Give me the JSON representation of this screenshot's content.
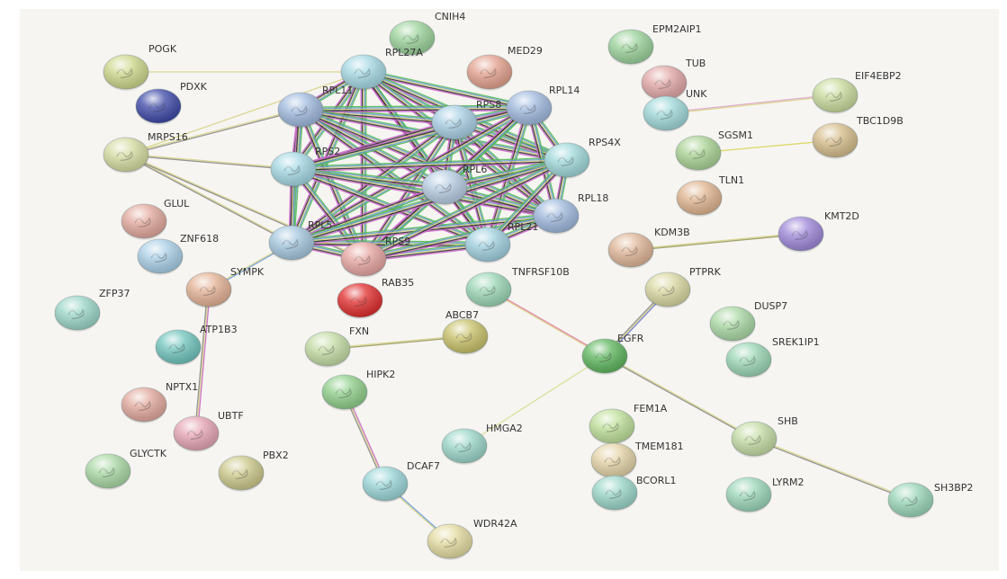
{
  "network": {
    "nodes": [
      {
        "id": "CNIH4",
        "label": "CNIH4",
        "color": "#9ad29a"
      },
      {
        "id": "POGK",
        "label": "POGK",
        "color": "#cdd78a"
      },
      {
        "id": "PDXK",
        "label": "PDXK",
        "color": "#3c47a6"
      },
      {
        "id": "RPL27A",
        "label": "RPL27A",
        "color": "#a4d8e4"
      },
      {
        "id": "RPL11",
        "label": "RPL11",
        "color": "#9fb9de"
      },
      {
        "id": "MED29",
        "label": "MED29",
        "color": "#e3a08d"
      },
      {
        "id": "EPM2AIP1",
        "label": "EPM2AIP1",
        "color": "#9ad29a"
      },
      {
        "id": "TUB",
        "label": "TUB",
        "color": "#e2a6a6"
      },
      {
        "id": "UNK",
        "label": "UNK",
        "color": "#9fd8da"
      },
      {
        "id": "EIF4EBP2",
        "label": "EIF4EBP2",
        "color": "#c9dc9c"
      },
      {
        "id": "RPS8",
        "label": "RPS8",
        "color": "#a8cfe4"
      },
      {
        "id": "RPL14",
        "label": "RPL14",
        "color": "#9fb9de"
      },
      {
        "id": "MRPS16",
        "label": "MRPS16",
        "color": "#d6dca0"
      },
      {
        "id": "RPS2",
        "label": "RPS2",
        "color": "#a4d8e4"
      },
      {
        "id": "RPS4X",
        "label": "RPS4X",
        "color": "#9fd8da"
      },
      {
        "id": "SGSM1",
        "label": "SGSM1",
        "color": "#a9d394"
      },
      {
        "id": "TBC1D9B",
        "label": "TBC1D9B",
        "color": "#d6bd8a"
      },
      {
        "id": "RPL6",
        "label": "RPL6",
        "color": "#b6cce2"
      },
      {
        "id": "RPL18",
        "label": "RPL18",
        "color": "#9fb9de"
      },
      {
        "id": "TLN1",
        "label": "TLN1",
        "color": "#e0b48f"
      },
      {
        "id": "GLUL",
        "label": "GLUL",
        "color": "#e2a89c"
      },
      {
        "id": "ZNF618",
        "label": "ZNF618",
        "color": "#a9cfe7"
      },
      {
        "id": "RPL5",
        "label": "RPL5",
        "color": "#a4c7de"
      },
      {
        "id": "RPS9",
        "label": "RPS9",
        "color": "#e6a4a0"
      },
      {
        "id": "RPL21",
        "label": "RPL21",
        "color": "#9fd0df"
      },
      {
        "id": "KDM3B",
        "label": "KDM3B",
        "color": "#dfb596"
      },
      {
        "id": "KMT2D",
        "label": "KMT2D",
        "color": "#9d86d9"
      },
      {
        "id": "SYMPK",
        "label": "SYMPK",
        "color": "#e4b194"
      },
      {
        "id": "RAB35",
        "label": "RAB35",
        "color": "#e02b2b"
      },
      {
        "id": "TNFRSF10B",
        "label": "TNFRSF10B",
        "color": "#9ad6b4"
      },
      {
        "id": "PTPRK",
        "label": "PTPRK",
        "color": "#d9d7a0"
      },
      {
        "id": "ZFP37",
        "label": "ZFP37",
        "color": "#9ad6c8"
      },
      {
        "id": "DUSP7",
        "label": "DUSP7",
        "color": "#a9d8a4"
      },
      {
        "id": "ATP1B3",
        "label": "ATP1B3",
        "color": "#6fc4bd"
      },
      {
        "id": "FXN",
        "label": "FXN",
        "color": "#c4dca4"
      },
      {
        "id": "ABCB7",
        "label": "ABCB7",
        "color": "#c8c168"
      },
      {
        "id": "EGFR",
        "label": "EGFR",
        "color": "#5cb55c"
      },
      {
        "id": "SREK1IP1",
        "label": "SREK1IP1",
        "color": "#9ad6b4"
      },
      {
        "id": "NPTX1",
        "label": "NPTX1",
        "color": "#e2a89c"
      },
      {
        "id": "HIPK2",
        "label": "HIPK2",
        "color": "#8fcf8a"
      },
      {
        "id": "UBTF",
        "label": "UBTF",
        "color": "#e6a4b4"
      },
      {
        "id": "FEM1A",
        "label": "FEM1A",
        "color": "#bfe09a"
      },
      {
        "id": "HMGA2",
        "label": "HMGA2",
        "color": "#9ad6c8"
      },
      {
        "id": "TMEM181",
        "label": "TMEM181",
        "color": "#e4d3a6"
      },
      {
        "id": "SHB",
        "label": "SHB",
        "color": "#c4dca4"
      },
      {
        "id": "GLYCTK",
        "label": "GLYCTK",
        "color": "#a9d8a4"
      },
      {
        "id": "PBX2",
        "label": "PBX2",
        "color": "#ccc88a"
      },
      {
        "id": "DCAF7",
        "label": "DCAF7",
        "color": "#9ad6d8"
      },
      {
        "id": "BCORL1",
        "label": "BCORL1",
        "color": "#9ad6c8"
      },
      {
        "id": "LYRM2",
        "label": "LYRM2",
        "color": "#9ad6b8"
      },
      {
        "id": "SH3BP2",
        "label": "SH3BP2",
        "color": "#9ad6b8"
      },
      {
        "id": "WDR42A",
        "label": "WDR42A",
        "color": "#e4dba0"
      }
    ],
    "edges": [
      {
        "source": "UNK",
        "target": "EIF4EBP2",
        "colors": [
          "#e0a8c8",
          "#d8d488"
        ]
      },
      {
        "source": "SGSM1",
        "target": "TBC1D9B",
        "colors": [
          "#d8d450"
        ]
      },
      {
        "source": "KDM3B",
        "target": "KMT2D",
        "colors": [
          "#d8d488",
          "#9a9a60"
        ]
      },
      {
        "source": "FXN",
        "target": "ABCB7",
        "colors": [
          "#d8d488",
          "#9a9a60"
        ]
      },
      {
        "source": "SYMPK",
        "target": "UBTF",
        "colors": [
          "#cc66cc",
          "#d8d488",
          "#8a8a8a"
        ]
      },
      {
        "source": "HIPK2",
        "target": "DCAF7",
        "colors": [
          "#cc66cc",
          "#d8d488",
          "#8a8a8a"
        ]
      },
      {
        "source": "DCAF7",
        "target": "WDR42A",
        "colors": [
          "#6a9ad6",
          "#d8d488"
        ]
      },
      {
        "source": "TNFRSF10B",
        "target": "EGFR",
        "colors": [
          "#e07aa0",
          "#d8d488"
        ]
      },
      {
        "source": "PTPRK",
        "target": "EGFR",
        "colors": [
          "#6a7ad6",
          "#d8d488",
          "#8a8a8a"
        ]
      },
      {
        "source": "EGFR",
        "target": "HMGA2",
        "colors": [
          "#d8e090"
        ]
      },
      {
        "source": "EGFR",
        "target": "SHB",
        "colors": [
          "#d8d488",
          "#8a8a8a"
        ]
      },
      {
        "source": "SHB",
        "target": "SH3BP2",
        "colors": [
          "#d8d488",
          "#8a8a8a"
        ]
      },
      {
        "source": "MRPS16",
        "target": "RPL11",
        "colors": [
          "#d8d488",
          "#8a8a8a"
        ]
      },
      {
        "source": "MRPS16",
        "target": "RPS2",
        "colors": [
          "#d8d488",
          "#8a8a8a"
        ]
      },
      {
        "source": "MRPS16",
        "target": "RPL5",
        "colors": [
          "#d8d488",
          "#8a8a8a"
        ]
      },
      {
        "source": "MRPS16",
        "target": "RPL27A",
        "colors": [
          "#d8d488"
        ]
      },
      {
        "source": "MRPS16",
        "target": "RPS9",
        "colors": [
          "#d8d488",
          "#8a8a8a"
        ]
      },
      {
        "source": "POGK",
        "target": "RPL27A",
        "colors": [
          "#d8d488"
        ]
      },
      {
        "source": "RPL27A",
        "target": "RPL11",
        "colors": [
          "#55bb55",
          "#6a9ad6",
          "#d8d488",
          "#333333",
          "#cc66cc"
        ]
      },
      {
        "source": "RPL27A",
        "target": "RPS8",
        "colors": [
          "#55bb55",
          "#6a9ad6",
          "#d8d488",
          "#333333",
          "#cc66cc"
        ]
      },
      {
        "source": "RPL27A",
        "target": "RPL14",
        "colors": [
          "#55bb55",
          "#6a9ad6",
          "#d8d488",
          "#333333",
          "#cc66cc"
        ]
      },
      {
        "source": "RPL27A",
        "target": "RPS2",
        "colors": [
          "#55bb55",
          "#6a9ad6",
          "#d8d488",
          "#333333",
          "#cc66cc"
        ]
      },
      {
        "source": "RPL27A",
        "target": "RPL6",
        "colors": [
          "#55bb55",
          "#6a9ad6",
          "#d8d488",
          "#333333",
          "#cc66cc"
        ]
      },
      {
        "source": "RPL27A",
        "target": "RPL5",
        "colors": [
          "#55bb55",
          "#6a9ad6",
          "#d8d488",
          "#333333",
          "#cc66cc"
        ]
      },
      {
        "source": "RPL27A",
        "target": "RPS9",
        "colors": [
          "#55bb55",
          "#6a9ad6",
          "#d8d488",
          "#333333",
          "#cc66cc"
        ]
      },
      {
        "source": "RPL27A",
        "target": "RPL21",
        "colors": [
          "#55bb55",
          "#6a9ad6",
          "#d8d488",
          "#333333",
          "#cc66cc"
        ]
      },
      {
        "source": "RPL27A",
        "target": "RPS4X",
        "colors": [
          "#55bb55",
          "#6a9ad6",
          "#d8d488",
          "#333333",
          "#cc66cc"
        ]
      },
      {
        "source": "RPL27A",
        "target": "RPL18",
        "colors": [
          "#55bb55",
          "#6a9ad6",
          "#d8d488",
          "#333333",
          "#cc66cc"
        ]
      },
      {
        "source": "RPL11",
        "target": "RPS8",
        "colors": [
          "#55bb55",
          "#6a9ad6",
          "#d8d488",
          "#333333",
          "#cc66cc"
        ]
      },
      {
        "source": "RPL11",
        "target": "RPL14",
        "colors": [
          "#55bb55",
          "#6a9ad6",
          "#d8d488",
          "#333333",
          "#cc66cc"
        ]
      },
      {
        "source": "RPL11",
        "target": "RPS2",
        "colors": [
          "#55bb55",
          "#6a9ad6",
          "#d8d488",
          "#333333",
          "#cc66cc"
        ]
      },
      {
        "source": "RPL11",
        "target": "RPL6",
        "colors": [
          "#55bb55",
          "#6a9ad6",
          "#d8d488",
          "#333333",
          "#cc66cc"
        ]
      },
      {
        "source": "RPL11",
        "target": "RPL5",
        "colors": [
          "#55bb55",
          "#6a9ad6",
          "#d8d488",
          "#333333",
          "#cc66cc"
        ]
      },
      {
        "source": "RPL11",
        "target": "RPS9",
        "colors": [
          "#55bb55",
          "#6a9ad6",
          "#d8d488",
          "#333333",
          "#cc66cc"
        ]
      },
      {
        "source": "RPL11",
        "target": "RPL21",
        "colors": [
          "#55bb55",
          "#6a9ad6",
          "#d8d488",
          "#333333",
          "#cc66cc"
        ]
      },
      {
        "source": "RPL11",
        "target": "RPS4X",
        "colors": [
          "#55bb55",
          "#6a9ad6",
          "#d8d488",
          "#333333",
          "#cc66cc"
        ]
      },
      {
        "source": "RPL11",
        "target": "RPL18",
        "colors": [
          "#55bb55",
          "#6a9ad6",
          "#d8d488",
          "#333333",
          "#cc66cc"
        ]
      },
      {
        "source": "RPS8",
        "target": "RPL14",
        "colors": [
          "#55bb55",
          "#6a9ad6",
          "#d8d488",
          "#333333",
          "#cc66cc"
        ]
      },
      {
        "source": "RPS8",
        "target": "RPS2",
        "colors": [
          "#55bb55",
          "#6a9ad6",
          "#d8d488",
          "#333333",
          "#cc66cc"
        ]
      },
      {
        "source": "RPS8",
        "target": "RPL6",
        "colors": [
          "#55bb55",
          "#6a9ad6",
          "#d8d488",
          "#333333",
          "#cc66cc"
        ]
      },
      {
        "source": "RPS8",
        "target": "RPL5",
        "colors": [
          "#55bb55",
          "#6a9ad6",
          "#d8d488",
          "#333333",
          "#cc66cc"
        ]
      },
      {
        "source": "RPS8",
        "target": "RPS9",
        "colors": [
          "#55bb55",
          "#6a9ad6",
          "#d8d488",
          "#333333",
          "#cc66cc"
        ]
      },
      {
        "source": "RPS8",
        "target": "RPL21",
        "colors": [
          "#55bb55",
          "#6a9ad6",
          "#d8d488",
          "#333333",
          "#cc66cc"
        ]
      },
      {
        "source": "RPS8",
        "target": "RPS4X",
        "colors": [
          "#55bb55",
          "#6a9ad6",
          "#d8d488",
          "#333333",
          "#cc66cc"
        ]
      },
      {
        "source": "RPS8",
        "target": "RPL18",
        "colors": [
          "#55bb55",
          "#6a9ad6",
          "#d8d488",
          "#333333",
          "#cc66cc"
        ]
      },
      {
        "source": "RPL14",
        "target": "RPS2",
        "colors": [
          "#55bb55",
          "#6a9ad6",
          "#d8d488",
          "#333333",
          "#cc66cc"
        ]
      },
      {
        "source": "RPL14",
        "target": "RPL6",
        "colors": [
          "#55bb55",
          "#6a9ad6",
          "#d8d488",
          "#333333",
          "#cc66cc"
        ]
      },
      {
        "source": "RPL14",
        "target": "RPL5",
        "colors": [
          "#55bb55",
          "#6a9ad6",
          "#d8d488",
          "#333333",
          "#cc66cc"
        ]
      },
      {
        "source": "RPL14",
        "target": "RPS9",
        "colors": [
          "#55bb55",
          "#6a9ad6",
          "#d8d488",
          "#333333",
          "#cc66cc"
        ]
      },
      {
        "source": "RPL14",
        "target": "RPL21",
        "colors": [
          "#55bb55",
          "#6a9ad6",
          "#d8d488",
          "#333333",
          "#cc66cc"
        ]
      },
      {
        "source": "RPL14",
        "target": "RPS4X",
        "colors": [
          "#55bb55",
          "#6a9ad6",
          "#d8d488",
          "#333333",
          "#cc66cc"
        ]
      },
      {
        "source": "RPL14",
        "target": "RPL18",
        "colors": [
          "#55bb55",
          "#6a9ad6",
          "#d8d488",
          "#333333",
          "#cc66cc"
        ]
      },
      {
        "source": "RPS2",
        "target": "RPL6",
        "colors": [
          "#55bb55",
          "#6a9ad6",
          "#d8d488",
          "#333333",
          "#cc66cc"
        ]
      },
      {
        "source": "RPS2",
        "target": "RPL5",
        "colors": [
          "#55bb55",
          "#6a9ad6",
          "#d8d488",
          "#333333",
          "#cc66cc"
        ]
      },
      {
        "source": "RPS2",
        "target": "RPS9",
        "colors": [
          "#55bb55",
          "#6a9ad6",
          "#d8d488",
          "#333333",
          "#cc66cc"
        ]
      },
      {
        "source": "RPS2",
        "target": "RPL21",
        "colors": [
          "#55bb55",
          "#6a9ad6",
          "#d8d488",
          "#333333",
          "#cc66cc"
        ]
      },
      {
        "source": "RPS2",
        "target": "RPS4X",
        "colors": [
          "#55bb55",
          "#6a9ad6",
          "#d8d488",
          "#333333",
          "#cc66cc"
        ]
      },
      {
        "source": "RPS2",
        "target": "RPL18",
        "colors": [
          "#55bb55",
          "#6a9ad6",
          "#d8d488",
          "#333333",
          "#cc66cc"
        ]
      },
      {
        "source": "RPL6",
        "target": "RPL5",
        "colors": [
          "#55bb55",
          "#6a9ad6",
          "#d8d488",
          "#333333",
          "#cc66cc"
        ]
      },
      {
        "source": "RPL6",
        "target": "RPS9",
        "colors": [
          "#55bb55",
          "#6a9ad6",
          "#d8d488",
          "#333333",
          "#cc66cc"
        ]
      },
      {
        "source": "RPL6",
        "target": "RPL21",
        "colors": [
          "#55bb55",
          "#6a9ad6",
          "#d8d488",
          "#333333",
          "#cc66cc"
        ]
      },
      {
        "source": "RPL6",
        "target": "RPS4X",
        "colors": [
          "#55bb55",
          "#6a9ad6",
          "#d8d488",
          "#333333",
          "#cc66cc"
        ]
      },
      {
        "source": "RPL6",
        "target": "RPL18",
        "colors": [
          "#55bb55",
          "#6a9ad6",
          "#d8d488",
          "#333333",
          "#cc66cc"
        ]
      },
      {
        "source": "RPL5",
        "target": "RPS9",
        "colors": [
          "#55bb55",
          "#6a9ad6",
          "#d8d488",
          "#333333",
          "#cc66cc"
        ]
      },
      {
        "source": "RPL5",
        "target": "RPL21",
        "colors": [
          "#55bb55",
          "#6a9ad6",
          "#d8d488",
          "#333333",
          "#cc66cc"
        ]
      },
      {
        "source": "RPL5",
        "target": "RPS4X",
        "colors": [
          "#55bb55",
          "#6a9ad6",
          "#d8d488",
          "#333333",
          "#cc66cc"
        ]
      },
      {
        "source": "RPL5",
        "target": "RPL18",
        "colors": [
          "#55bb55",
          "#6a9ad6",
          "#d8d488",
          "#333333",
          "#cc66cc"
        ]
      },
      {
        "source": "RPS9",
        "target": "RPL21",
        "colors": [
          "#55bb55",
          "#6a9ad6",
          "#d8d488",
          "#333333",
          "#cc66cc"
        ]
      },
      {
        "source": "RPS9",
        "target": "RPS4X",
        "colors": [
          "#55bb55",
          "#6a9ad6",
          "#d8d488",
          "#333333",
          "#cc66cc"
        ]
      },
      {
        "source": "RPS9",
        "target": "RPL18",
        "colors": [
          "#55bb55",
          "#6a9ad6",
          "#d8d488",
          "#333333",
          "#cc66cc"
        ]
      },
      {
        "source": "RPL21",
        "target": "RPS4X",
        "colors": [
          "#55bb55",
          "#6a9ad6",
          "#d8d488",
          "#333333",
          "#cc66cc"
        ]
      },
      {
        "source": "RPL21",
        "target": "RPL18",
        "colors": [
          "#55bb55",
          "#6a9ad6",
          "#d8d488",
          "#333333",
          "#cc66cc"
        ]
      },
      {
        "source": "RPS4X",
        "target": "RPL18",
        "colors": [
          "#55bb55",
          "#6a9ad6",
          "#d8d488",
          "#333333",
          "#cc66cc"
        ]
      },
      {
        "source": "RPL5",
        "target": "SYMPK",
        "colors": [
          "#6a9ad6",
          "#d8d488"
        ]
      }
    ]
  }
}
